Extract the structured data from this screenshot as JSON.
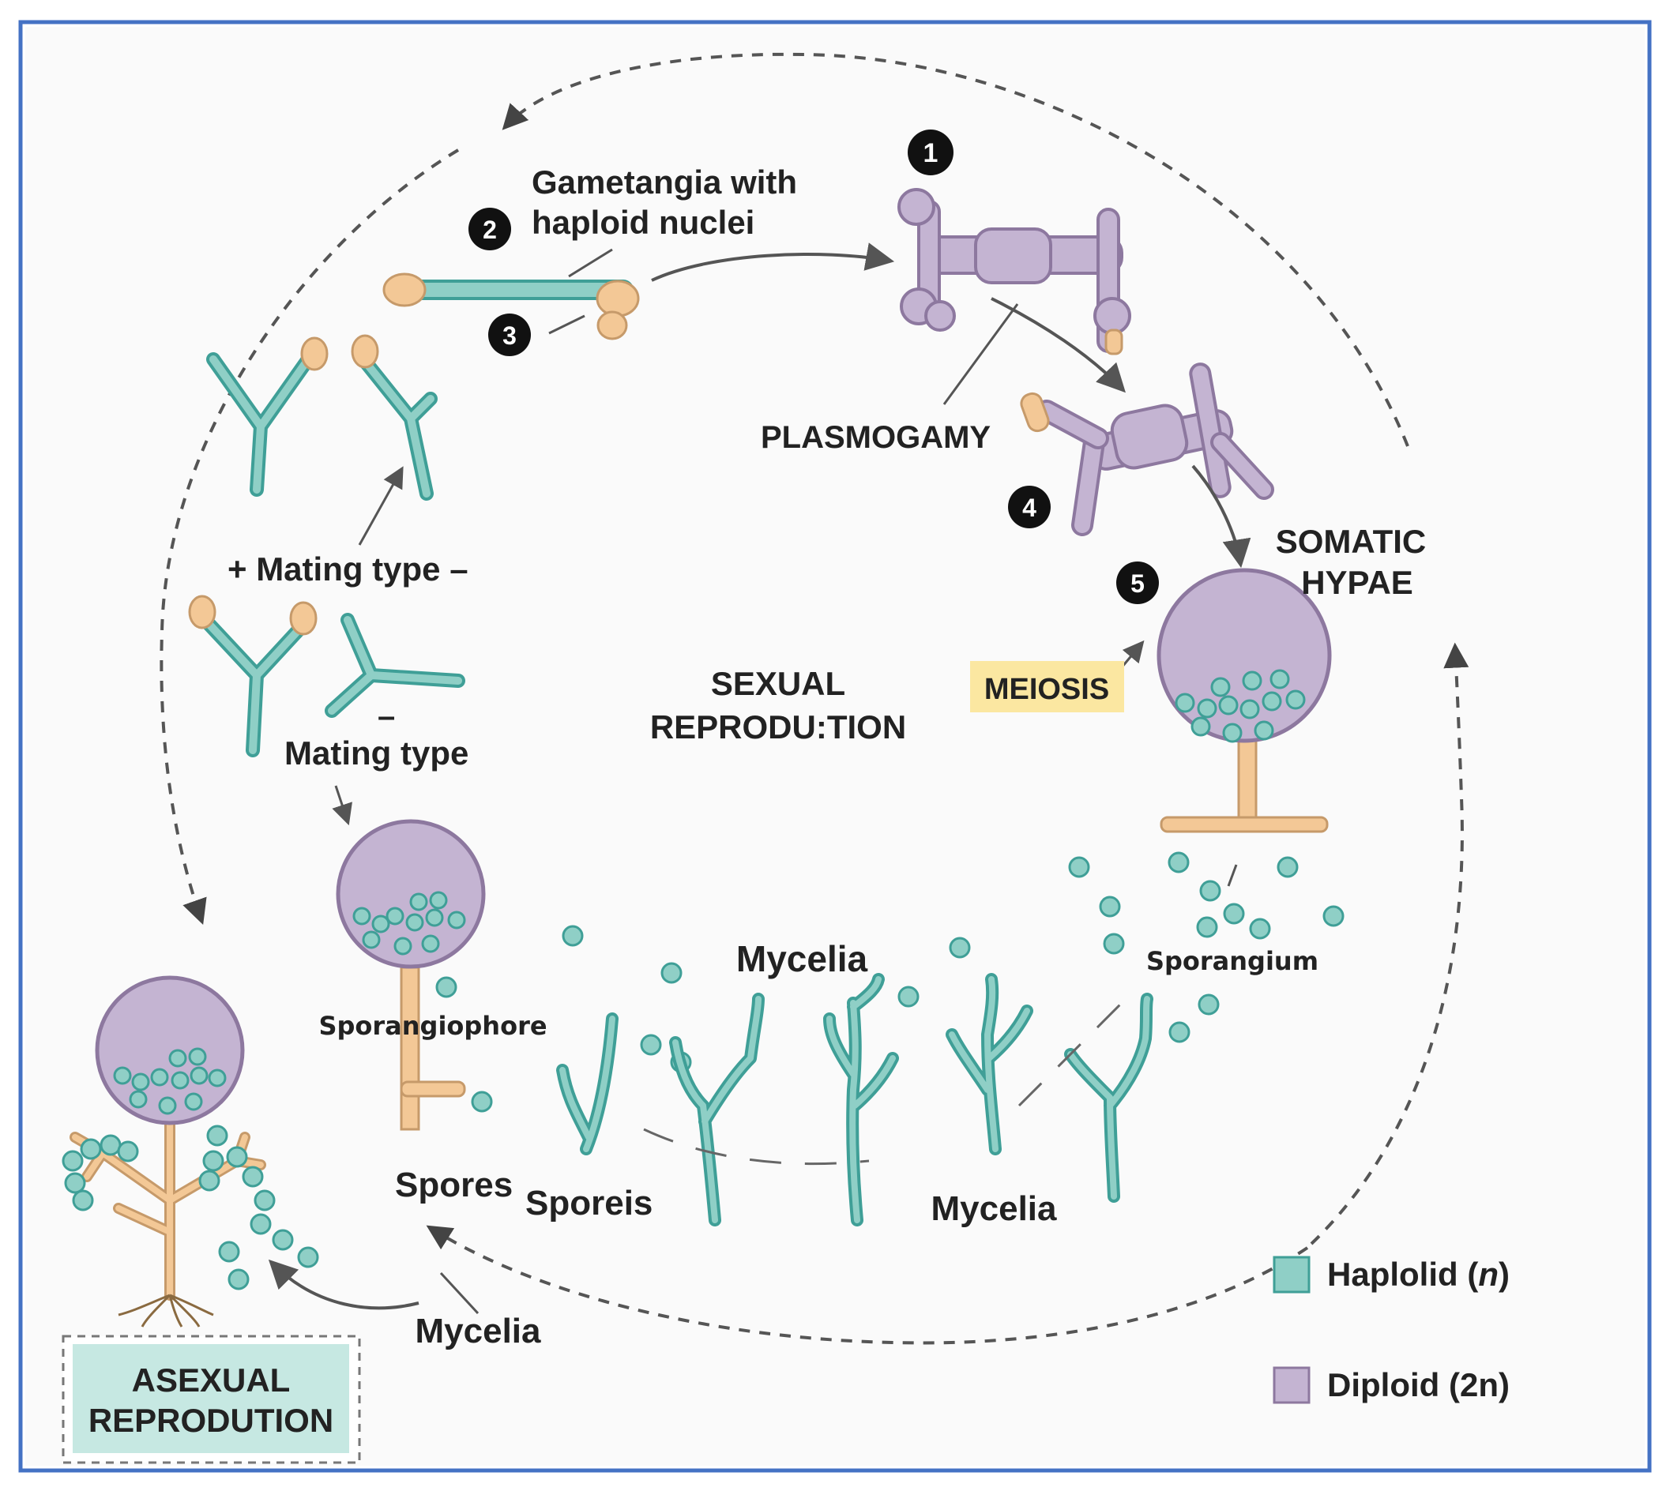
{
  "labels": {
    "gametangia_line1": "Gametangia with",
    "gametangia_line2": "haploid nuclei",
    "plasmogamy": "PLASMOGAMY",
    "somatic_line1": "SOMATIC",
    "somatic_line2": "HYPAE",
    "mating_plus": "+ Mating type –",
    "mating_minus_sign": "–",
    "mating_minus": "Mating type",
    "sexual_line1": "SEXUAL",
    "sexual_line2": "REPRODU:TION",
    "meiosis": "MEIOSIS",
    "mycelia_top": "Mycelia",
    "sporangium": "Sporangium",
    "sporangiophore": "Sporangiophore",
    "spores": "Spores",
    "sporeis": "Sporeis",
    "mycelia_mid": "Mycelia",
    "mycelia_bottom": "Mycelia",
    "asexual_line1": "ASEXUAL",
    "asexual_line2": "REPRODUTION"
  },
  "steps": [
    "1",
    "2",
    "3",
    "4",
    "5"
  ],
  "legend": [
    {
      "label": "Haplolid",
      "symbol": "n",
      "color": "#8fcfc6"
    },
    {
      "label": "Diploid",
      "symbol": "2n",
      "color": "#c4b4d2"
    }
  ],
  "colors": {
    "haploid": "#8fcfc6",
    "haploid_stroke": "#3f9f97",
    "diploid": "#c4b4d2",
    "diploid_stroke": "#8d789f",
    "tan": "#f3c896",
    "frame": "#4472c4",
    "meiosis_bg": "#fbe7a1",
    "asexual_bg": "#c6e8e2"
  }
}
